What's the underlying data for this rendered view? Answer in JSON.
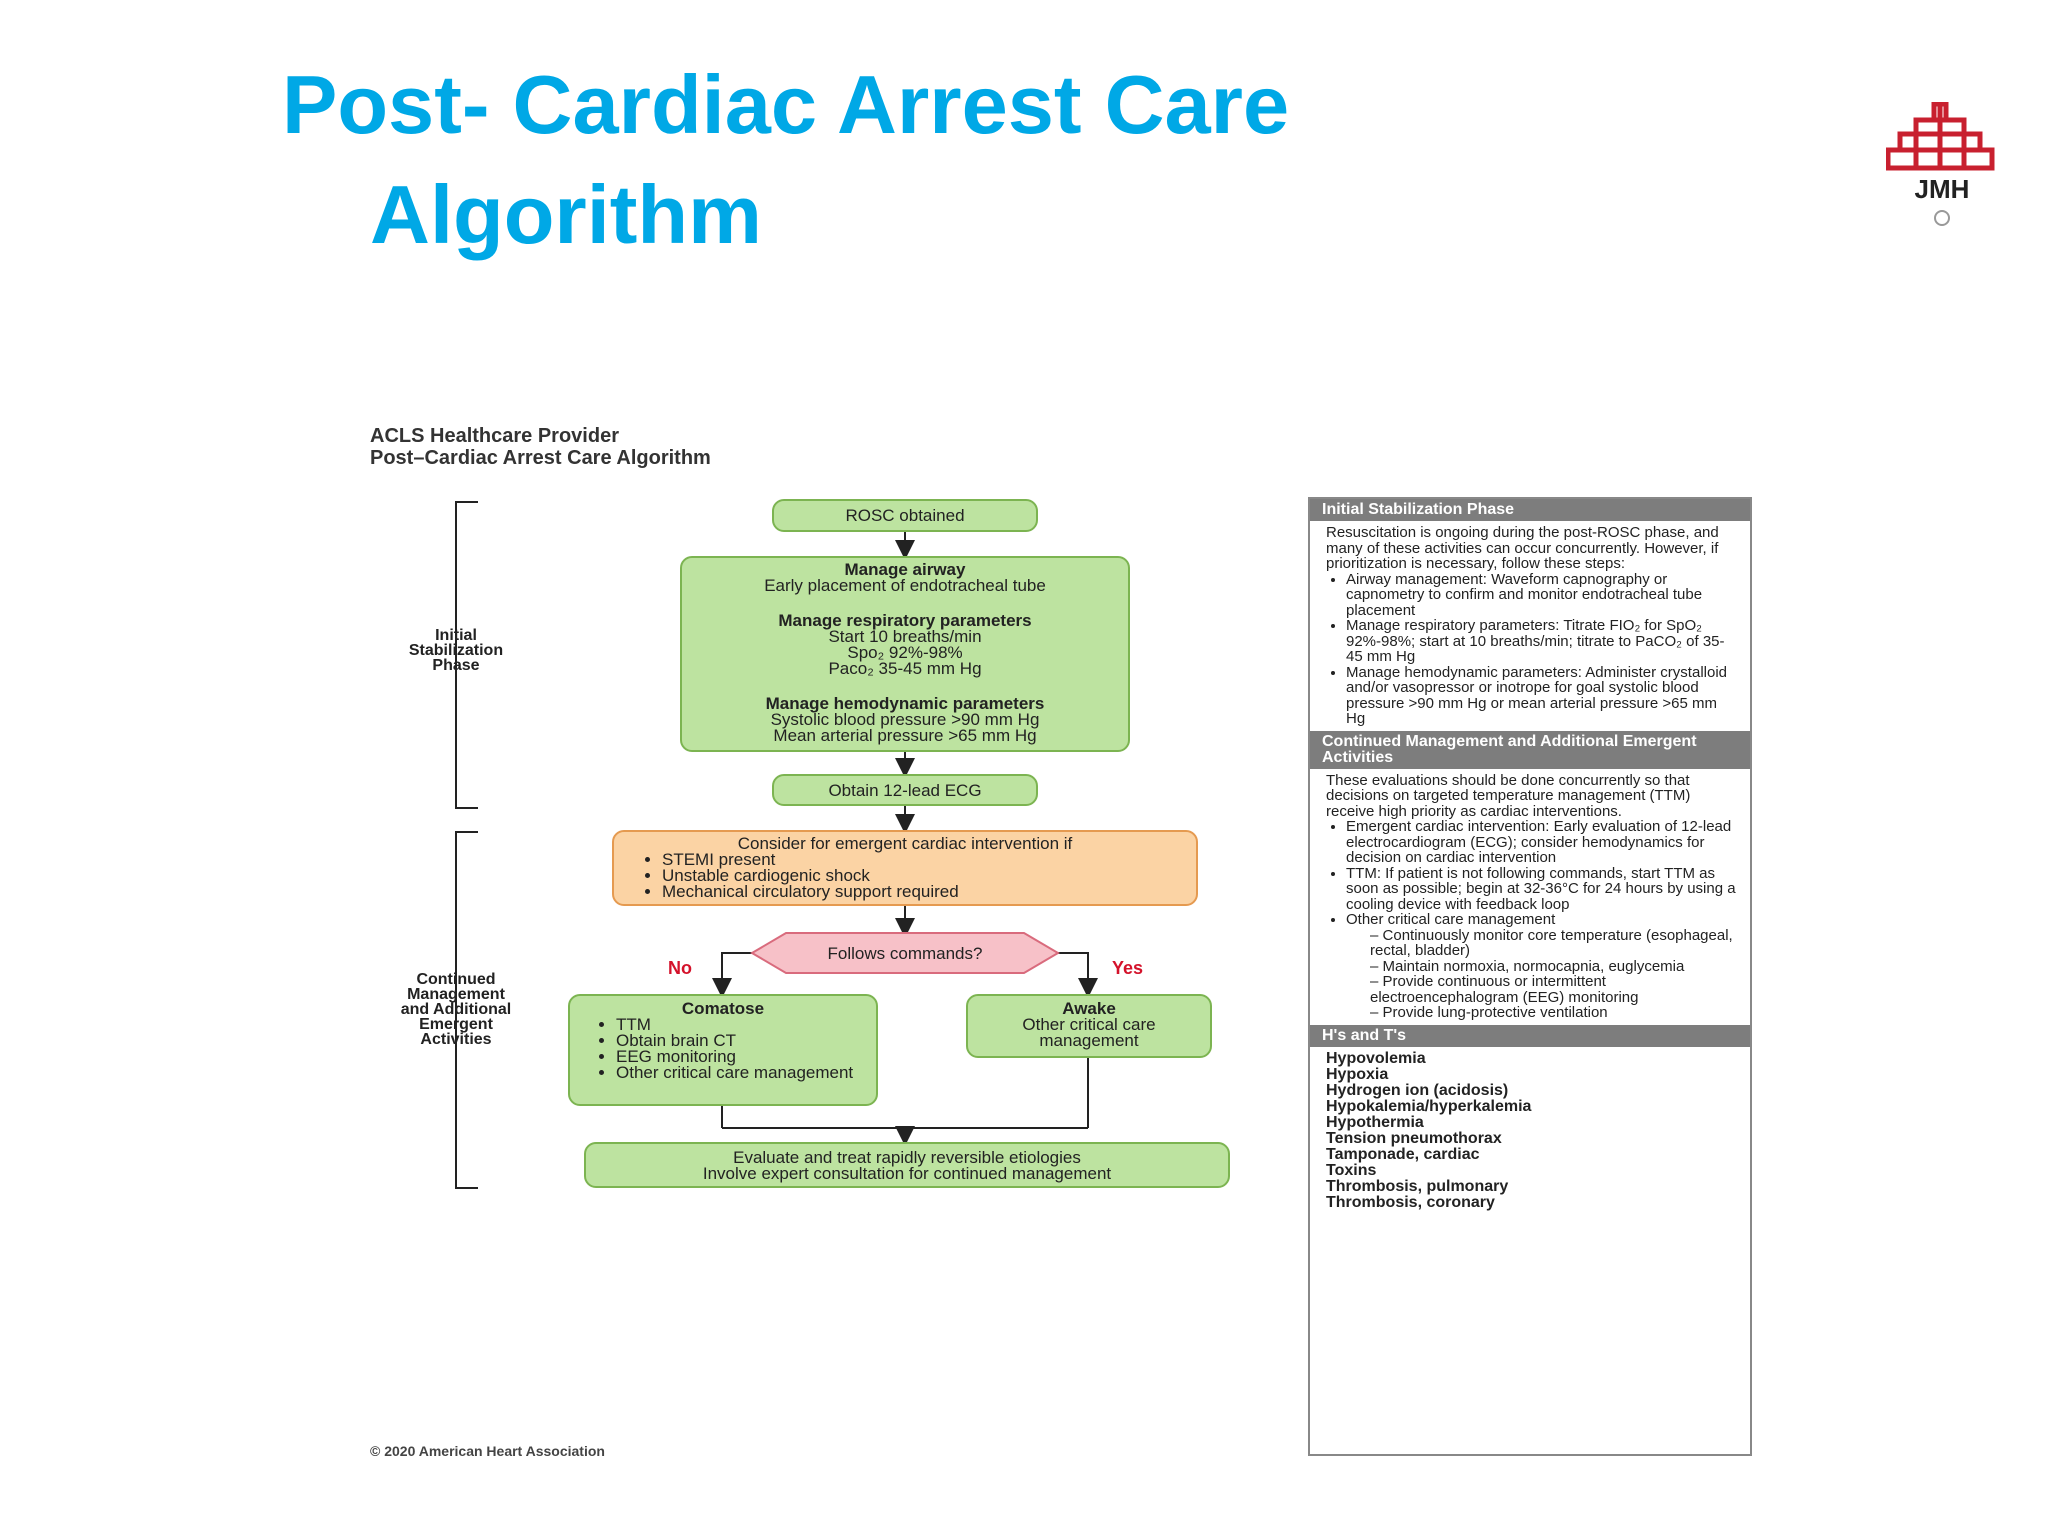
{
  "slide": {
    "title_line1": "Post- Cardiac Arrest Care",
    "title_line2": "Algorithm",
    "logo_text": "JMH",
    "title_color": "#00a8e6"
  },
  "diagram": {
    "header_line1": "ACLS Healthcare Provider",
    "header_line2": "Post–Cardiac Arrest Care Algorithm",
    "phase_initial": [
      "Initial",
      "Stabilization",
      "Phase"
    ],
    "phase_continued": [
      "Continued",
      "Management",
      "and Additional",
      "Emergent",
      "Activities"
    ],
    "rosc": "ROSC obtained",
    "airway_title": "Manage airway",
    "airway_text": "Early placement of endotracheal tube",
    "resp_title": "Manage respiratory parameters",
    "resp_lines": [
      "Start 10 breaths/min",
      "Spo₂ 92%-98%",
      "Paco₂ 35-45 mm Hg"
    ],
    "hemo_title": "Manage hemodynamic parameters",
    "hemo_lines": [
      "Systolic blood pressure >90 mm Hg",
      "Mean arterial pressure >65 mm Hg"
    ],
    "ecg": "Obtain 12-lead ECG",
    "cardiac_title": "Consider for emergent cardiac intervention if",
    "cardiac_items": [
      "STEMI present",
      "Unstable cardiogenic shock",
      "Mechanical circulatory support required"
    ],
    "decision": "Follows commands?",
    "no_label": "No",
    "yes_label": "Yes",
    "comatose_title": "Comatose",
    "comatose_items": [
      "TTM",
      "Obtain brain CT",
      "EEG monitoring",
      "Other critical care management"
    ],
    "awake_title": "Awake",
    "awake_lines": [
      "Other critical care",
      "management"
    ],
    "evaluate_lines": [
      "Evaluate and treat rapidly reversible etiologies",
      "Involve expert consultation for continued management"
    ],
    "copyright": "© 2020 American Heart Association",
    "colors": {
      "green_fill": "#bde3a0",
      "green_border": "#7cb451",
      "orange_fill": "#fbd3a4",
      "diamond_fill": "#f7c1c8",
      "no_yes_red": "#d4122b"
    }
  },
  "sidebar": {
    "section1_title": "Initial Stabilization Phase",
    "section1_intro": "Resuscitation is ongoing during the post-ROSC phase, and many of these activities can occur concurrently. However, if prioritization is necessary, follow these steps:",
    "section1_items": [
      "Airway management: Waveform capnography or capnometry to confirm and monitor endotracheal tube placement",
      "Manage respiratory parameters: Titrate FIO₂ for SpO₂ 92%-98%; start at 10 breaths/min; titrate to PaCO₂ of 35-45 mm Hg",
      "Manage hemodynamic parameters: Administer crystalloid and/or vasopressor or inotrope for goal systolic blood pressure >90 mm Hg or mean arterial pressure >65 mm Hg"
    ],
    "section2_title": "Continued Management and Additional Emergent Activities",
    "section2_intro": "These evaluations should be done concurrently so that decisions on targeted temperature management (TTM) receive high priority as cardiac interventions.",
    "section2_items": [
      "Emergent cardiac intervention: Early evaluation of 12-lead electrocardiogram (ECG); consider hemodynamics for decision on cardiac intervention",
      "TTM: If patient is not following commands, start TTM as soon as possible; begin at 32-36°C for 24 hours by using a cooling device with feedback loop",
      "Other critical care management"
    ],
    "section2_subitems": [
      "Continuously monitor core temperature (esophageal, rectal, bladder)",
      "Maintain normoxia, normocapnia, euglycemia",
      "Provide continuous or intermittent electroencephalogram (EEG) monitoring",
      "Provide lung-protective ventilation"
    ],
    "section3_title": "H's and T's",
    "section3_items": [
      "Hypovolemia",
      "Hypoxia",
      "Hydrogen ion (acidosis)",
      "Hypokalemia/hyperkalemia",
      "Hypothermia",
      "Tension pneumothorax",
      "Tamponade, cardiac",
      "Toxins",
      "Thrombosis, pulmonary",
      "Thrombosis, coronary"
    ]
  }
}
